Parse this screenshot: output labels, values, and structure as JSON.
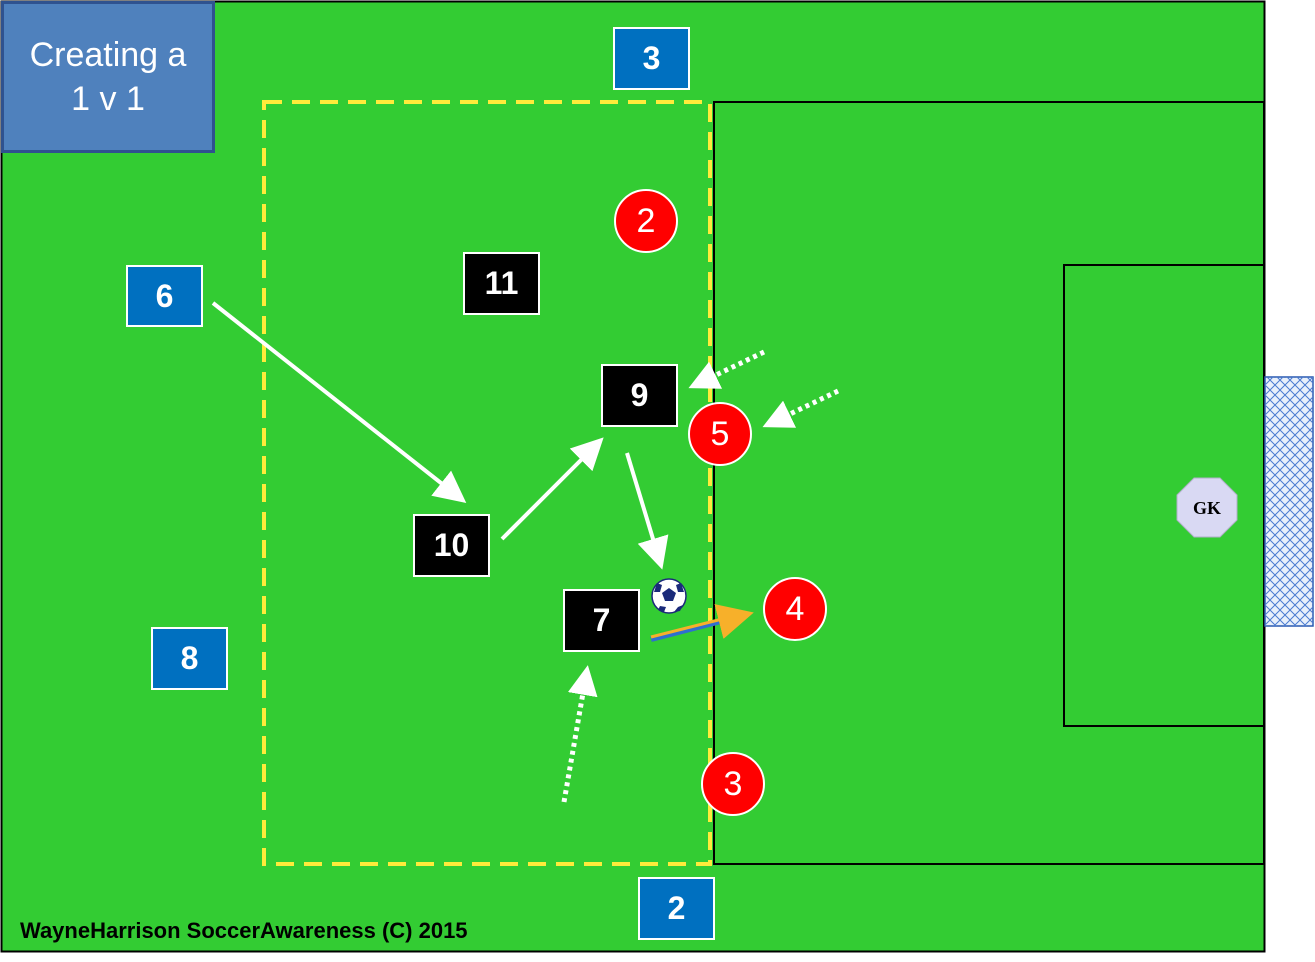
{
  "title": {
    "line1": "Creating a",
    "line2": "1 v 1"
  },
  "credit": "WayneHarrison SoccerAwareness (C) 2015",
  "colors": {
    "pitch": "#33cc33",
    "team_blue": "#0070c0",
    "team_black": "#000000",
    "team_red": "#ff0000",
    "zone_line": "#ffeb3b",
    "pass_arrow": "#ffffff",
    "dribble_arrow": "#f7b02a",
    "goalkeeper": "#d9d9f3"
  },
  "players": {
    "blue": [
      "3",
      "6",
      "8",
      "2"
    ],
    "black": [
      "11",
      "9",
      "10",
      "7"
    ],
    "red": [
      "2",
      "5",
      "4",
      "3"
    ],
    "goalkeeper": "GK"
  },
  "icons": {
    "ball": "soccer-ball-icon",
    "goal_net": "goal-net-icon"
  }
}
